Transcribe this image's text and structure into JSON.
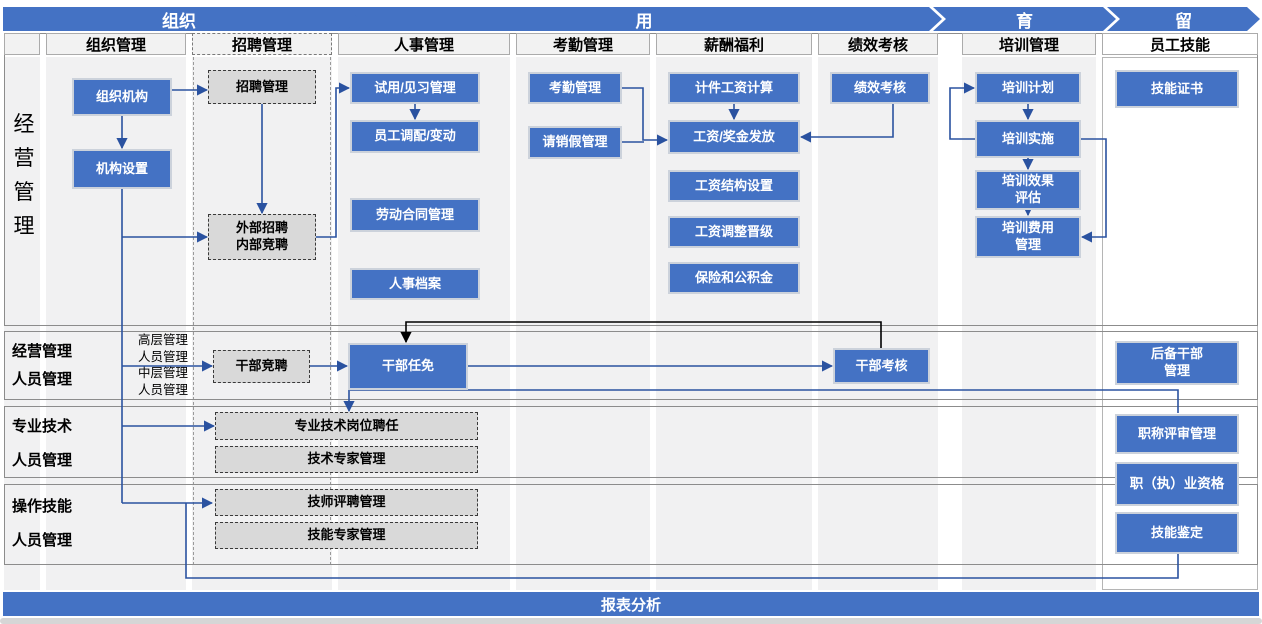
{
  "banner": {
    "org": "组织",
    "use": "用",
    "develop": "育",
    "retain": "留"
  },
  "headers": {
    "org": "组织管理",
    "recruit": "招聘管理",
    "hr": "人事管理",
    "attendance": "考勤管理",
    "salary": "薪酬福利",
    "performance": "绩效考核",
    "training": "培训管理",
    "skill": "员工技能"
  },
  "row1": {
    "side_label": "经\n营\n管\n理",
    "org_structure": "组织机构",
    "org_setup": "机构设置",
    "recruit_mgmt": "招聘管理",
    "external_recruit": "外部招聘\n内部竞聘",
    "probation": "试用/见习管理",
    "transfer": "员工调配/变动",
    "labor_contract": "劳动合同管理",
    "personnel_file": "人事档案",
    "attendance": "考勤管理",
    "leave": "请销假管理",
    "piece_wage": "计件工资计算",
    "wage_bonus": "工资/奖金发放",
    "wage_structure": "工资结构设置",
    "wage_adjust": "工资调整晋级",
    "insurance": "保险和公积金",
    "performance": "绩效考核",
    "train_plan": "培训计划",
    "train_impl": "培训实施",
    "train_eval": "培训效果\n评估",
    "train_cost": "培训费用\n管理",
    "skill_cert": "技能证书"
  },
  "row2": {
    "label": "经营管理\n人员管理",
    "sub_label": "高层管理\n人员管理\n中层管理\n人员管理",
    "cadre_compete": "干部竞聘",
    "cadre_appoint": "干部任免",
    "cadre_assess": "干部考核",
    "reserve_cadre": "后备干部\n管理"
  },
  "row3": {
    "label": "专业技术\n人员管理",
    "post_hire": "专业技术岗位聘任",
    "tech_expert": "技术专家管理",
    "title_review": "职称评审管理"
  },
  "row4": {
    "label": "操作技能\n人员管理",
    "technician": "技师评聘管理",
    "skill_expert": "技能专家管理",
    "qualification": "职（执）业资格",
    "skill_identify": "技能鉴定"
  },
  "footer": {
    "report": "报表分析"
  },
  "colors": {
    "accent": "#4472C4",
    "line_blue": "#2A52A0",
    "line_black": "#000000",
    "box_gray": "#D9D9D9",
    "strip_gray": "#F1F1F2"
  }
}
